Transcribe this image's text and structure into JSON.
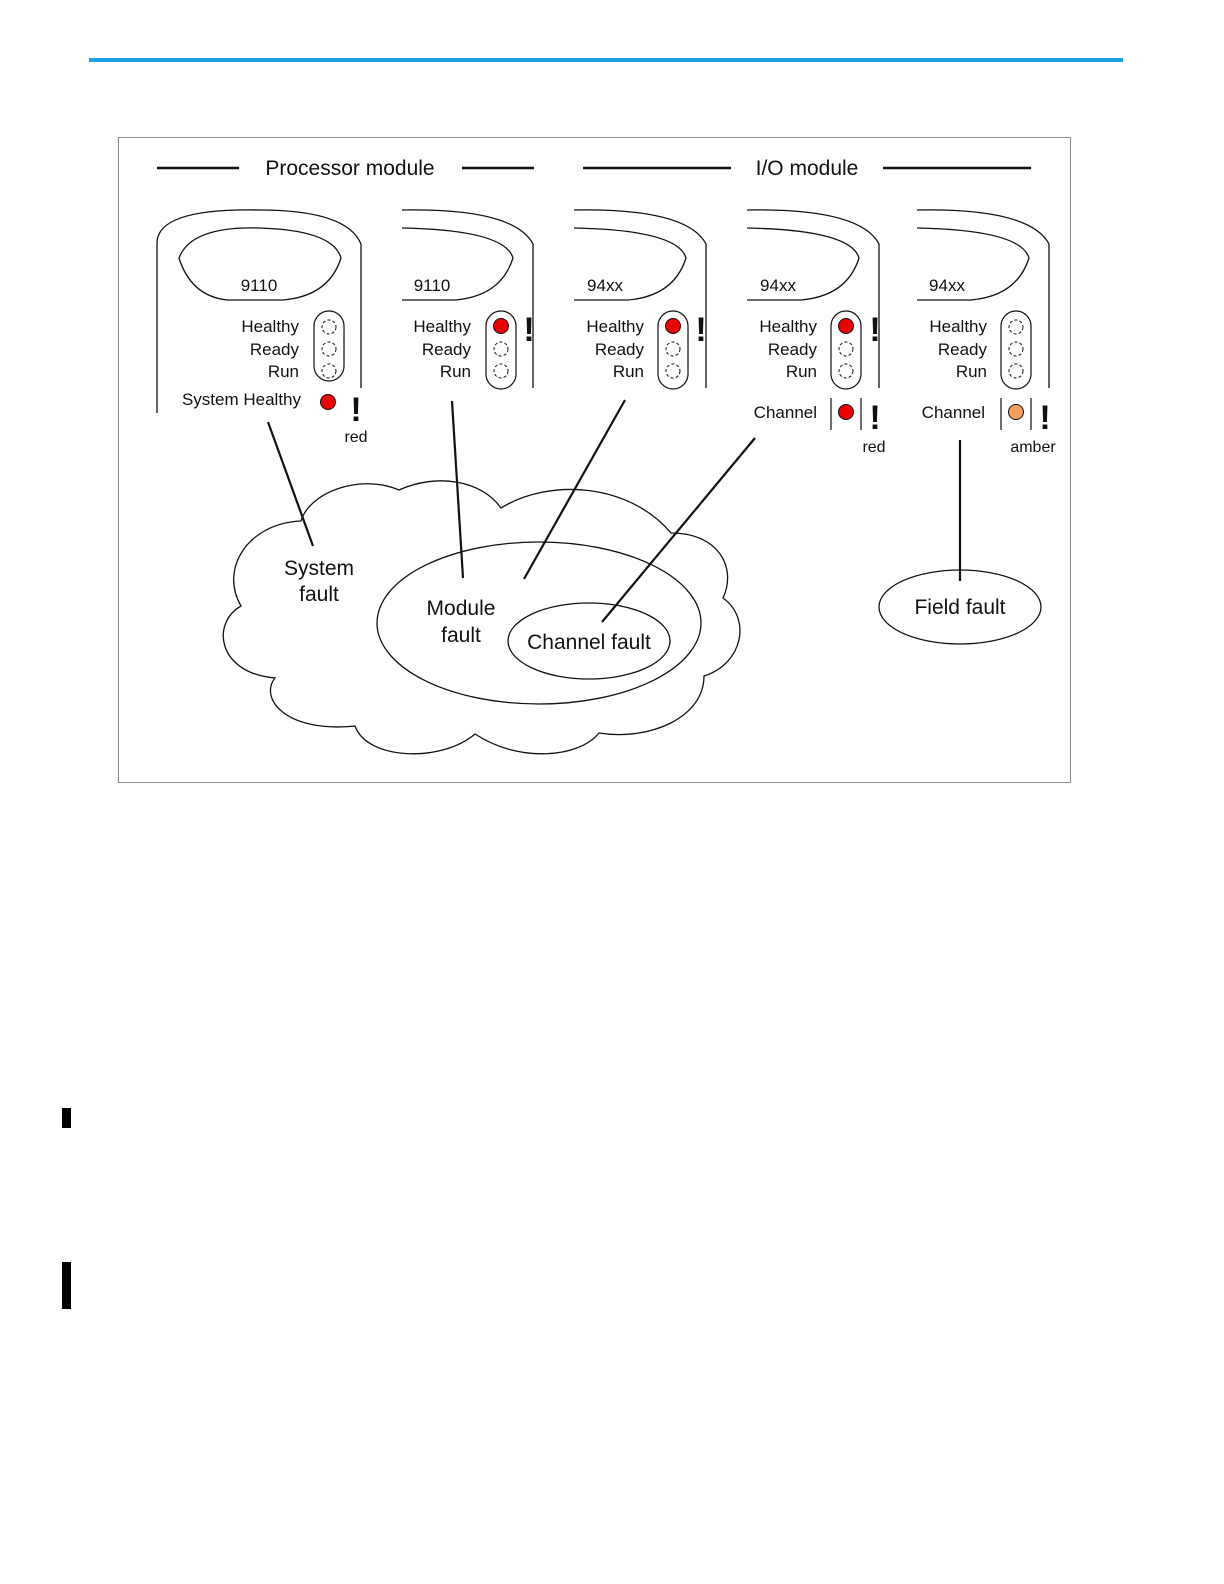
{
  "colors": {
    "rule": "#1aa3dc",
    "led_red": "#ee0000",
    "led_amber": "#f4a05a",
    "stroke": "#111111"
  },
  "headings": {
    "processor": "Processor module",
    "io": "I/O module"
  },
  "modules": [
    {
      "id": "9110",
      "leds": [
        "Healthy",
        "Ready",
        "Run"
      ],
      "state": [
        "off",
        "off",
        "off"
      ],
      "extra_label": "System Healthy",
      "extra_state": "red",
      "color_note": "red"
    },
    {
      "id": "9110",
      "leds": [
        "Healthy",
        "Ready",
        "Run"
      ],
      "state": [
        "red",
        "off",
        "off"
      ]
    },
    {
      "id": "94xx",
      "leds": [
        "Healthy",
        "Ready",
        "Run"
      ],
      "state": [
        "red",
        "off",
        "off"
      ]
    },
    {
      "id": "94xx",
      "leds": [
        "Healthy",
        "Ready",
        "Run"
      ],
      "state": [
        "red",
        "off",
        "off"
      ],
      "extra_label": "Channel",
      "extra_state": "red",
      "color_note": "red"
    },
    {
      "id": "94xx",
      "leds": [
        "Healthy",
        "Ready",
        "Run"
      ],
      "state": [
        "off",
        "off",
        "off"
      ],
      "extra_label": "Channel",
      "extra_state": "amber",
      "color_note": "amber"
    }
  ],
  "faults": {
    "system": [
      "System",
      "fault"
    ],
    "module": [
      "Module",
      "fault"
    ],
    "channel": "Channel fault",
    "field": "Field fault"
  },
  "exclaim": "!"
}
